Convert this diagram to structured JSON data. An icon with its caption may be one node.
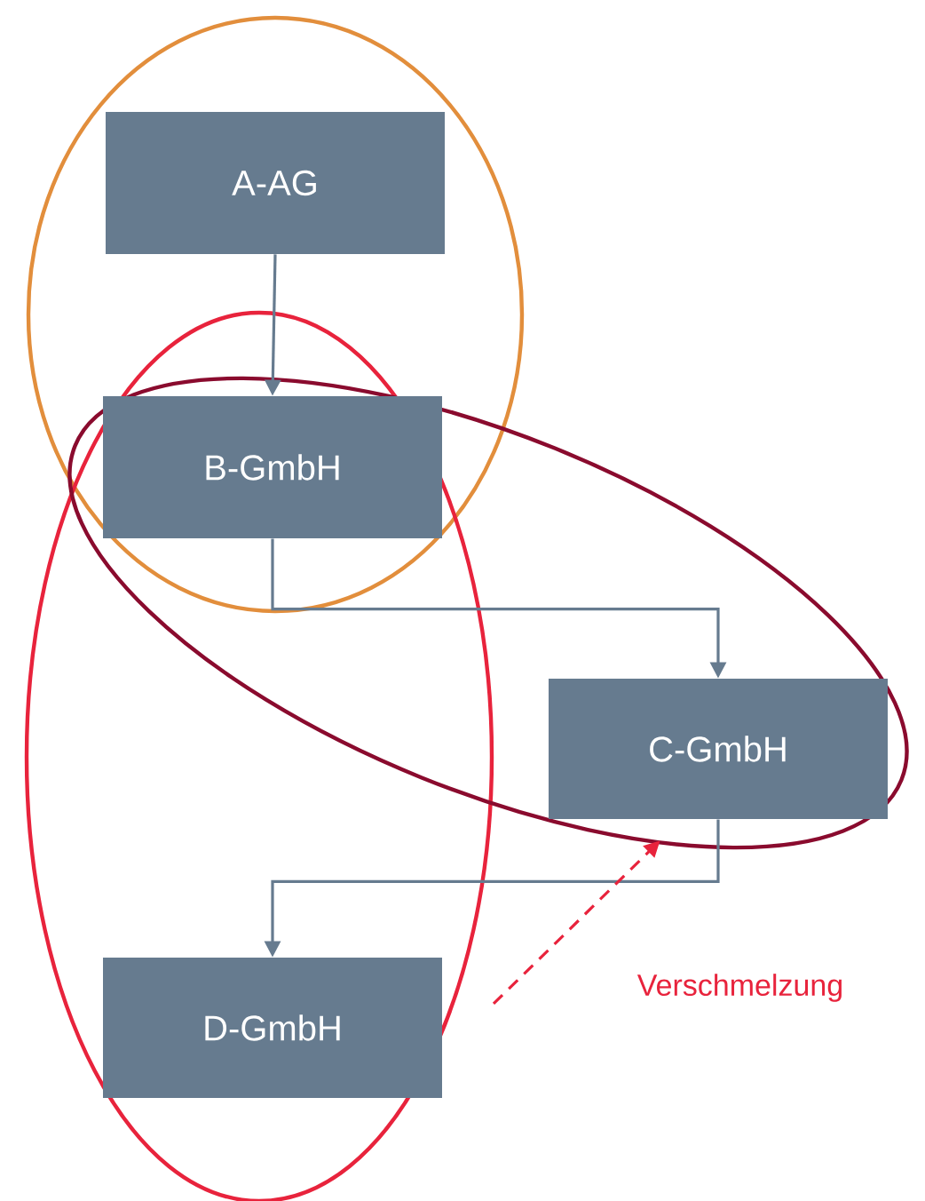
{
  "diagram": {
    "nodes": [
      {
        "text": [],
        "shape": "ellipse"
      },
      {
        "text": [
          "A-AG"
        ],
        "in": 0
      },
      {
        "text": [],
        "shape": "ellipse"
      },
      {
        "text": [],
        "shape": "ellipse"
      },
      {
        "text": [
          "B-GmbH"
        ]
      },
      {
        "text": [
          "C-GmbH"
        ],
        "in": 3
      },
      {
        "text": [
          "D-GmbH"
        ],
        "in": 2
      }
    ],
    "edges": [
      {
        "from": 1,
        "to": 4,
        "arrow": "to"
      },
      {
        "from": 4,
        "to": 5,
        "arrow": "to"
      },
      {
        "from": 5,
        "to": 6,
        "arrow": "to"
      },
      {
        "from": 2,
        "to": 5,
        "arrow": "to",
        "style": "dashed",
        "color": "#e8233c",
        "label": "Verschmelzung"
      }
    ]
  }
}
